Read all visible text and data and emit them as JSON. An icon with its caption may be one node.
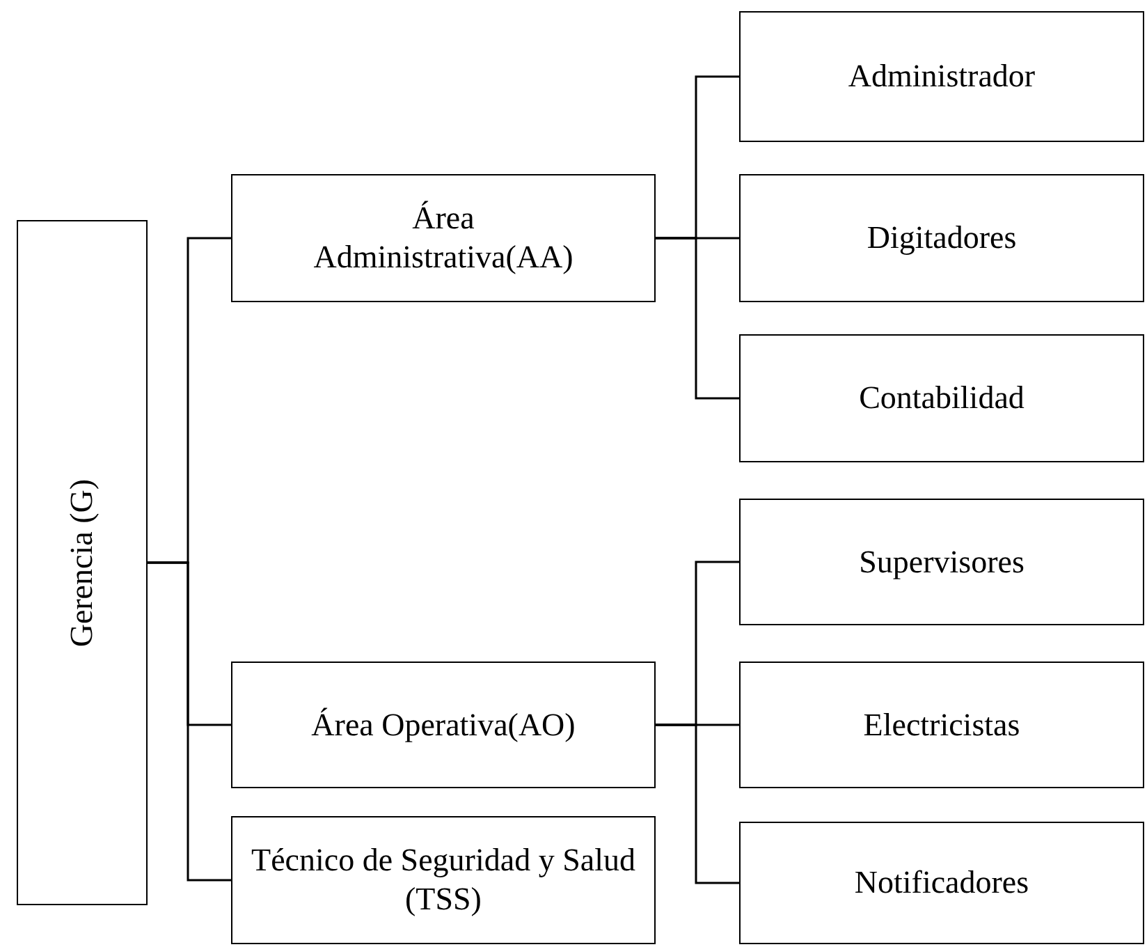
{
  "diagram": {
    "nodes": [
      {
        "text": [
          "Gerencia (G)"
        ]
      },
      {
        "text": [
          "Área Administrativa(AA)"
        ]
      },
      {
        "text": [
          "Área Operativa(AO)"
        ]
      },
      {
        "text": [
          "Técnico de Seguridad y Salud (TSS)"
        ]
      },
      {
        "text": [
          "Administrador"
        ]
      },
      {
        "text": [
          "Digitadores"
        ]
      },
      {
        "text": [
          "Contabilidad"
        ]
      },
      {
        "text": [
          "Supervisores"
        ]
      },
      {
        "text": [
          "Electricistas"
        ]
      },
      {
        "text": [
          "Notificadores"
        ]
      }
    ],
    "edges": [
      {
        "from": 0,
        "to": 1,
        "arrow": "none"
      },
      {
        "from": 0,
        "to": 2,
        "arrow": "none"
      },
      {
        "from": 0,
        "to": 3,
        "arrow": "none"
      },
      {
        "from": 1,
        "to": 4,
        "arrow": "none"
      },
      {
        "from": 1,
        "to": 5,
        "arrow": "none"
      },
      {
        "from": 1,
        "to": 6,
        "arrow": "none"
      },
      {
        "from": 2,
        "to": 7,
        "arrow": "none"
      },
      {
        "from": 2,
        "to": 8,
        "arrow": "none"
      },
      {
        "from": 2,
        "to": 9,
        "arrow": "none"
      }
    ]
  }
}
